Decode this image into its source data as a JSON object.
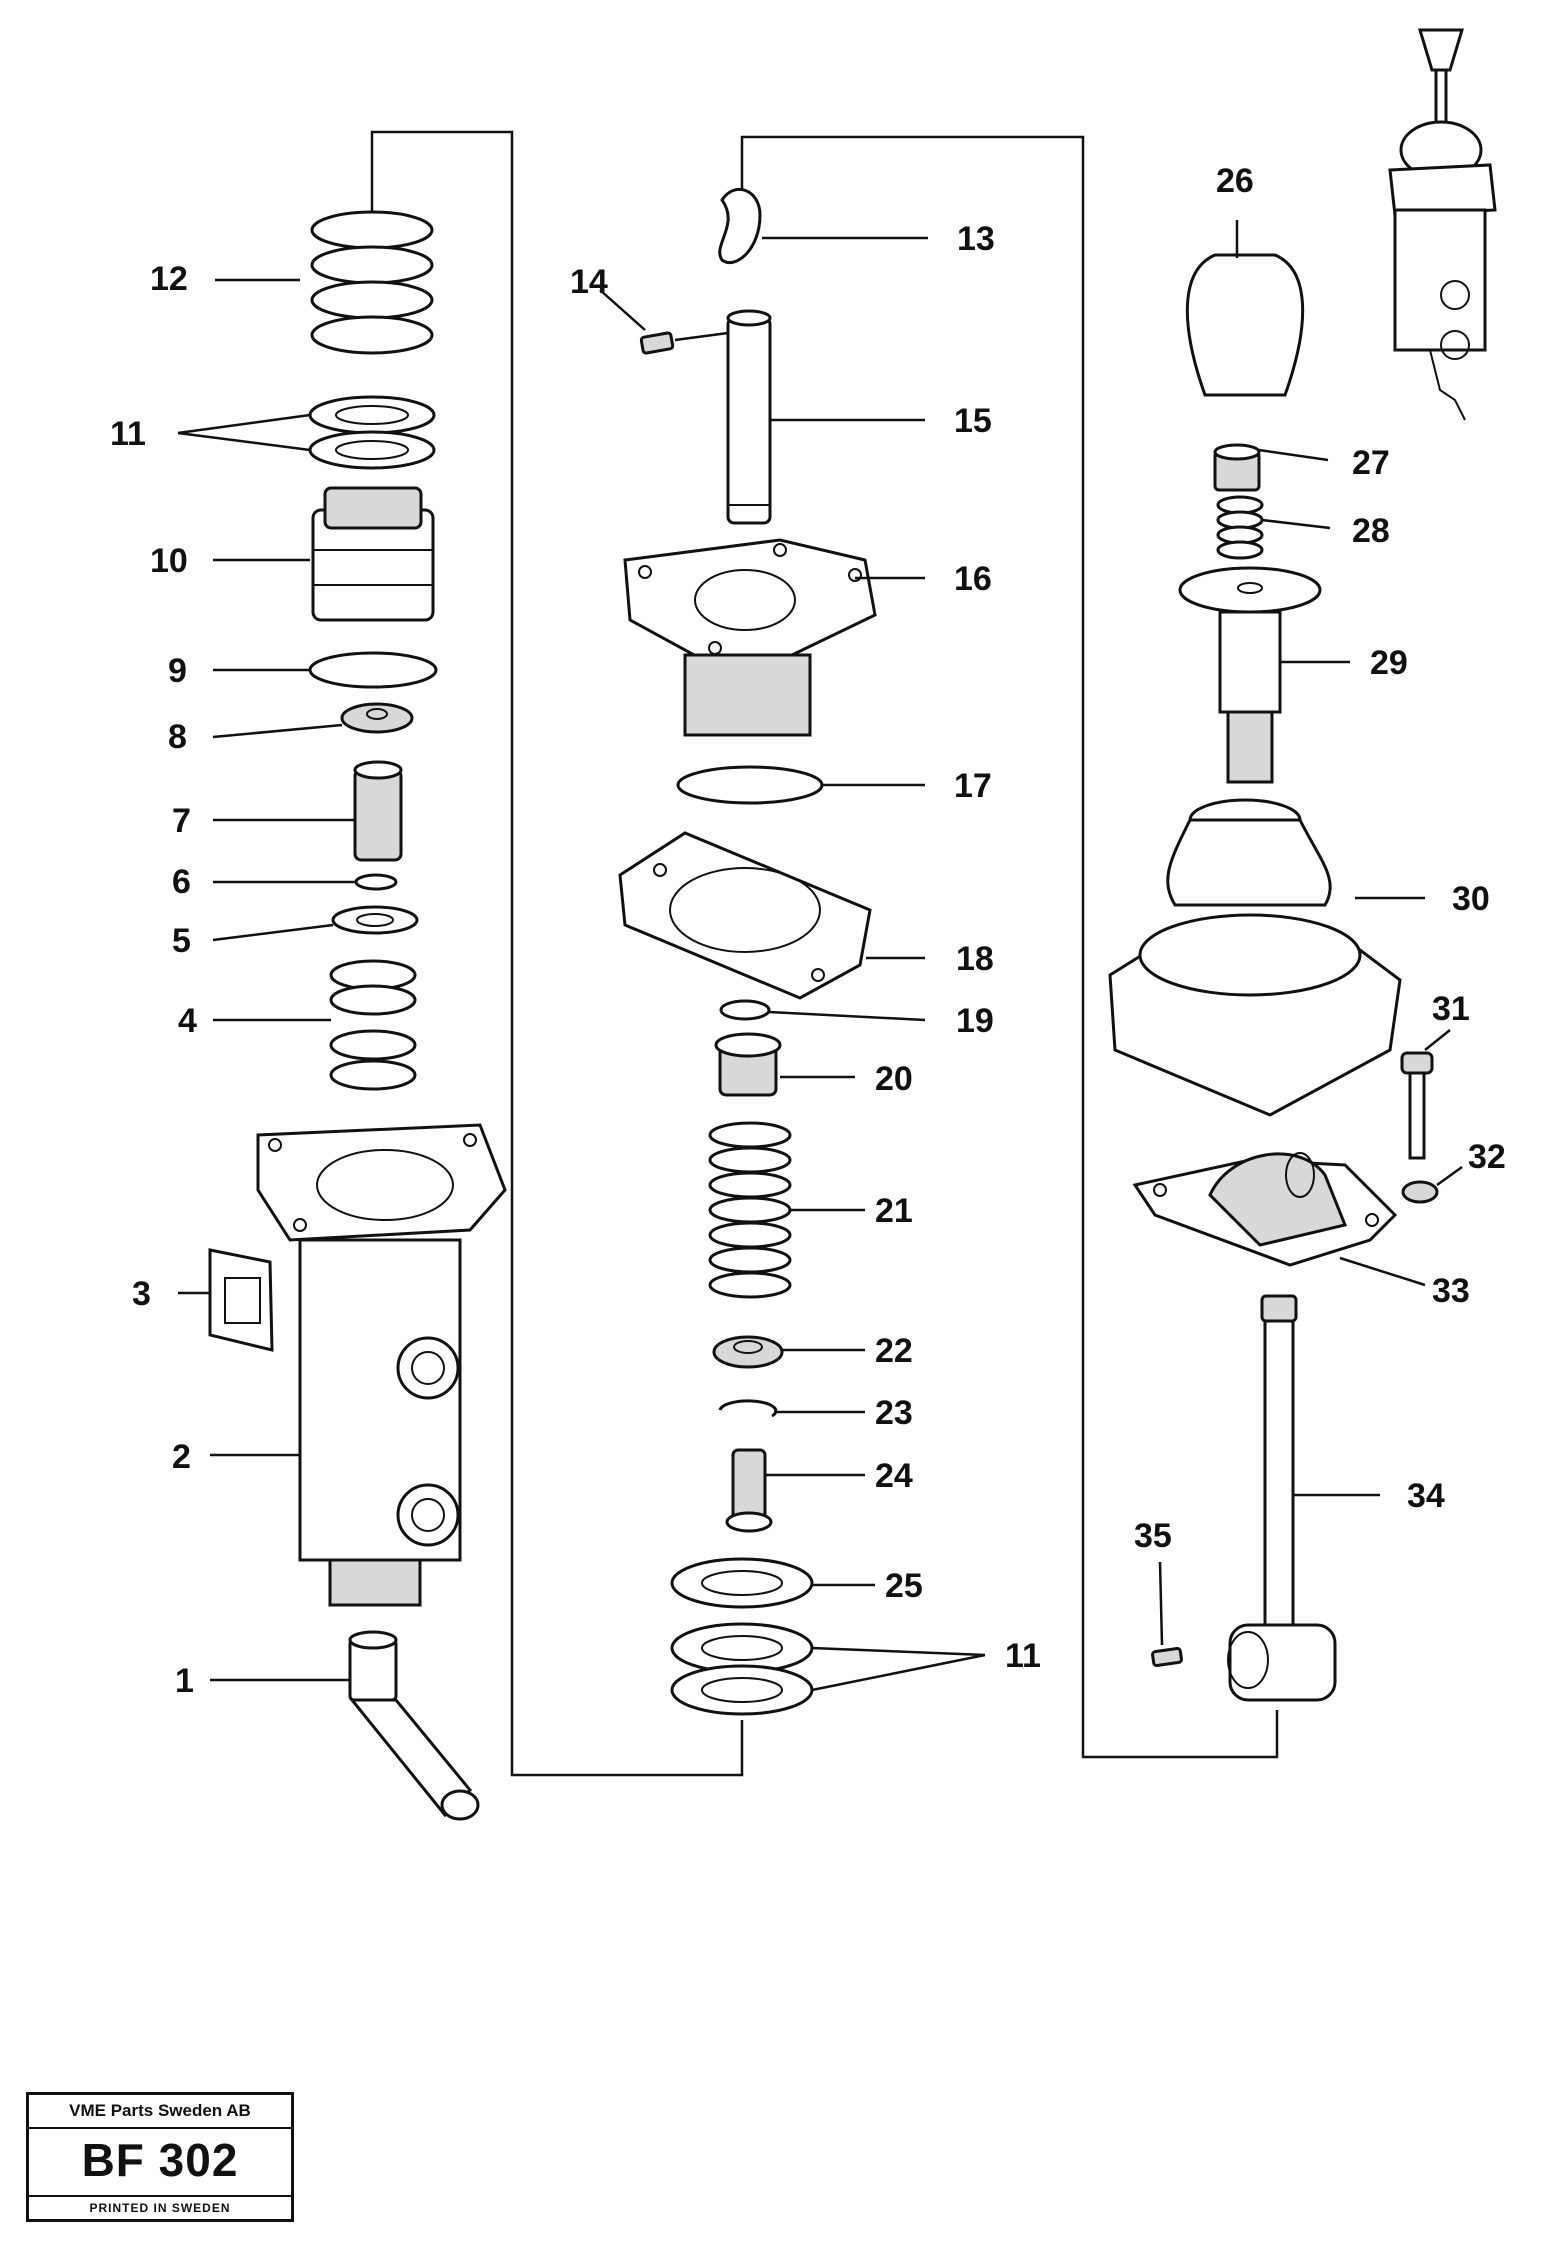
{
  "diagram": {
    "part_numbers": [
      "1",
      "2",
      "3",
      "4",
      "5",
      "6",
      "7",
      "8",
      "9",
      "10",
      "11",
      "12",
      "13",
      "14",
      "15",
      "16",
      "17",
      "18",
      "19",
      "20",
      "21",
      "22",
      "23",
      "24",
      "25",
      "11",
      "26",
      "27",
      "28",
      "29",
      "30",
      "31",
      "32",
      "33",
      "34",
      "35"
    ]
  },
  "stamp": {
    "company": "VME Parts Sweden AB",
    "code": "BF 302",
    "printed": "PRINTED IN SWEDEN"
  }
}
